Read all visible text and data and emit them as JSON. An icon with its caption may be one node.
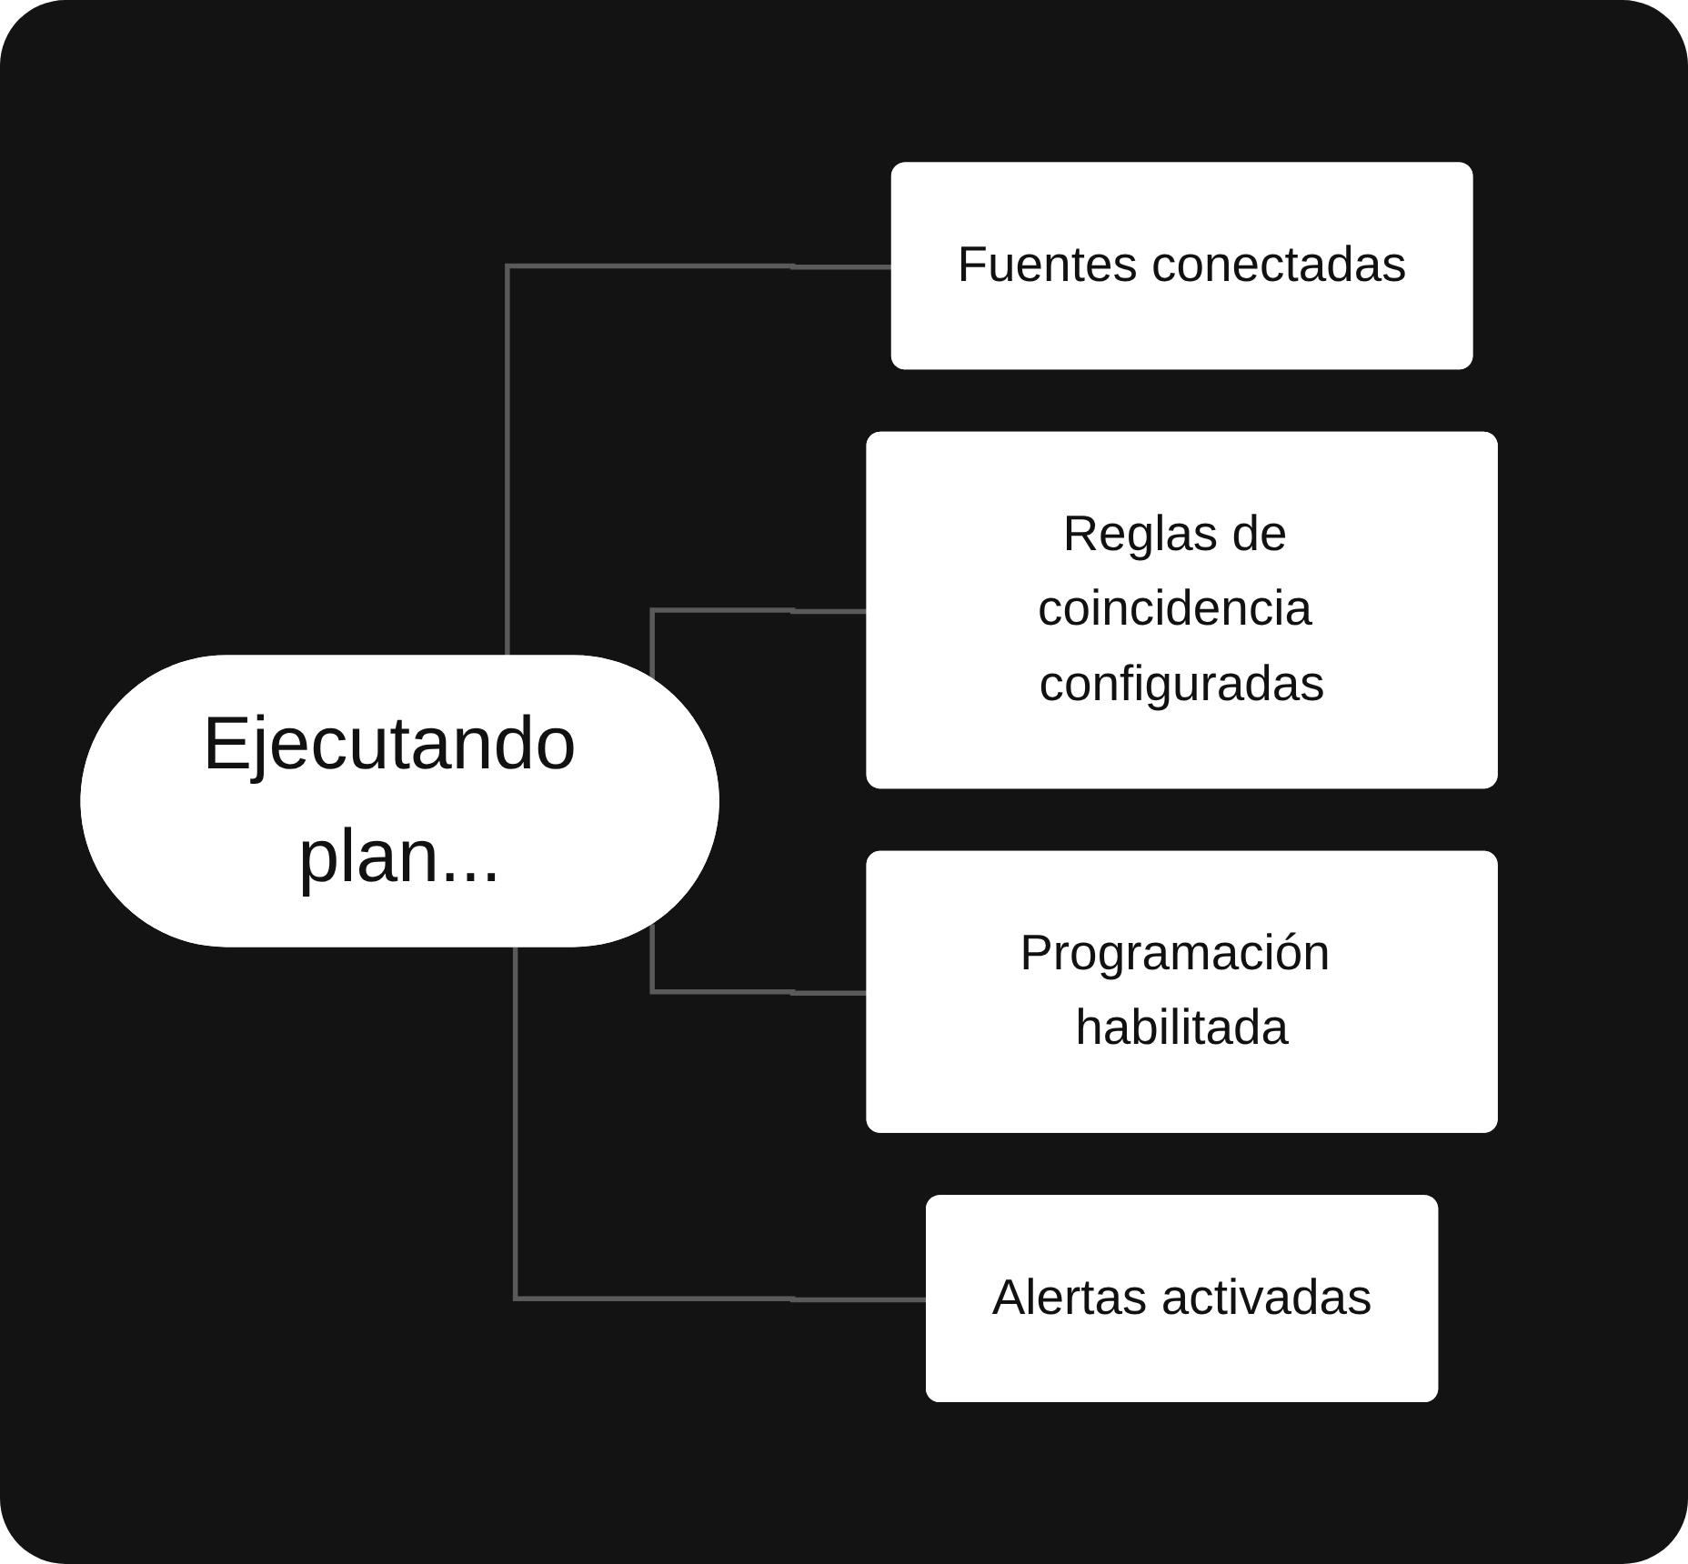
{
  "diagram": {
    "nodes": [
      {
        "text": [
          "Ejecutando plan..."
        ]
      },
      {
        "text": [
          "Fuentes conectadas"
        ]
      },
      {
        "text": [
          "Reglas de coincidencia configuradas"
        ]
      },
      {
        "text": [
          "Programación habilitada"
        ]
      },
      {
        "text": [
          "Alertas activadas"
        ]
      }
    ],
    "edges": [
      {
        "from": 0,
        "to": 1,
        "arrow": "none"
      },
      {
        "from": 0,
        "to": 2,
        "arrow": "none"
      },
      {
        "from": 0,
        "to": 3,
        "arrow": "none"
      },
      {
        "from": 0,
        "to": 4,
        "arrow": "none"
      }
    ]
  }
}
